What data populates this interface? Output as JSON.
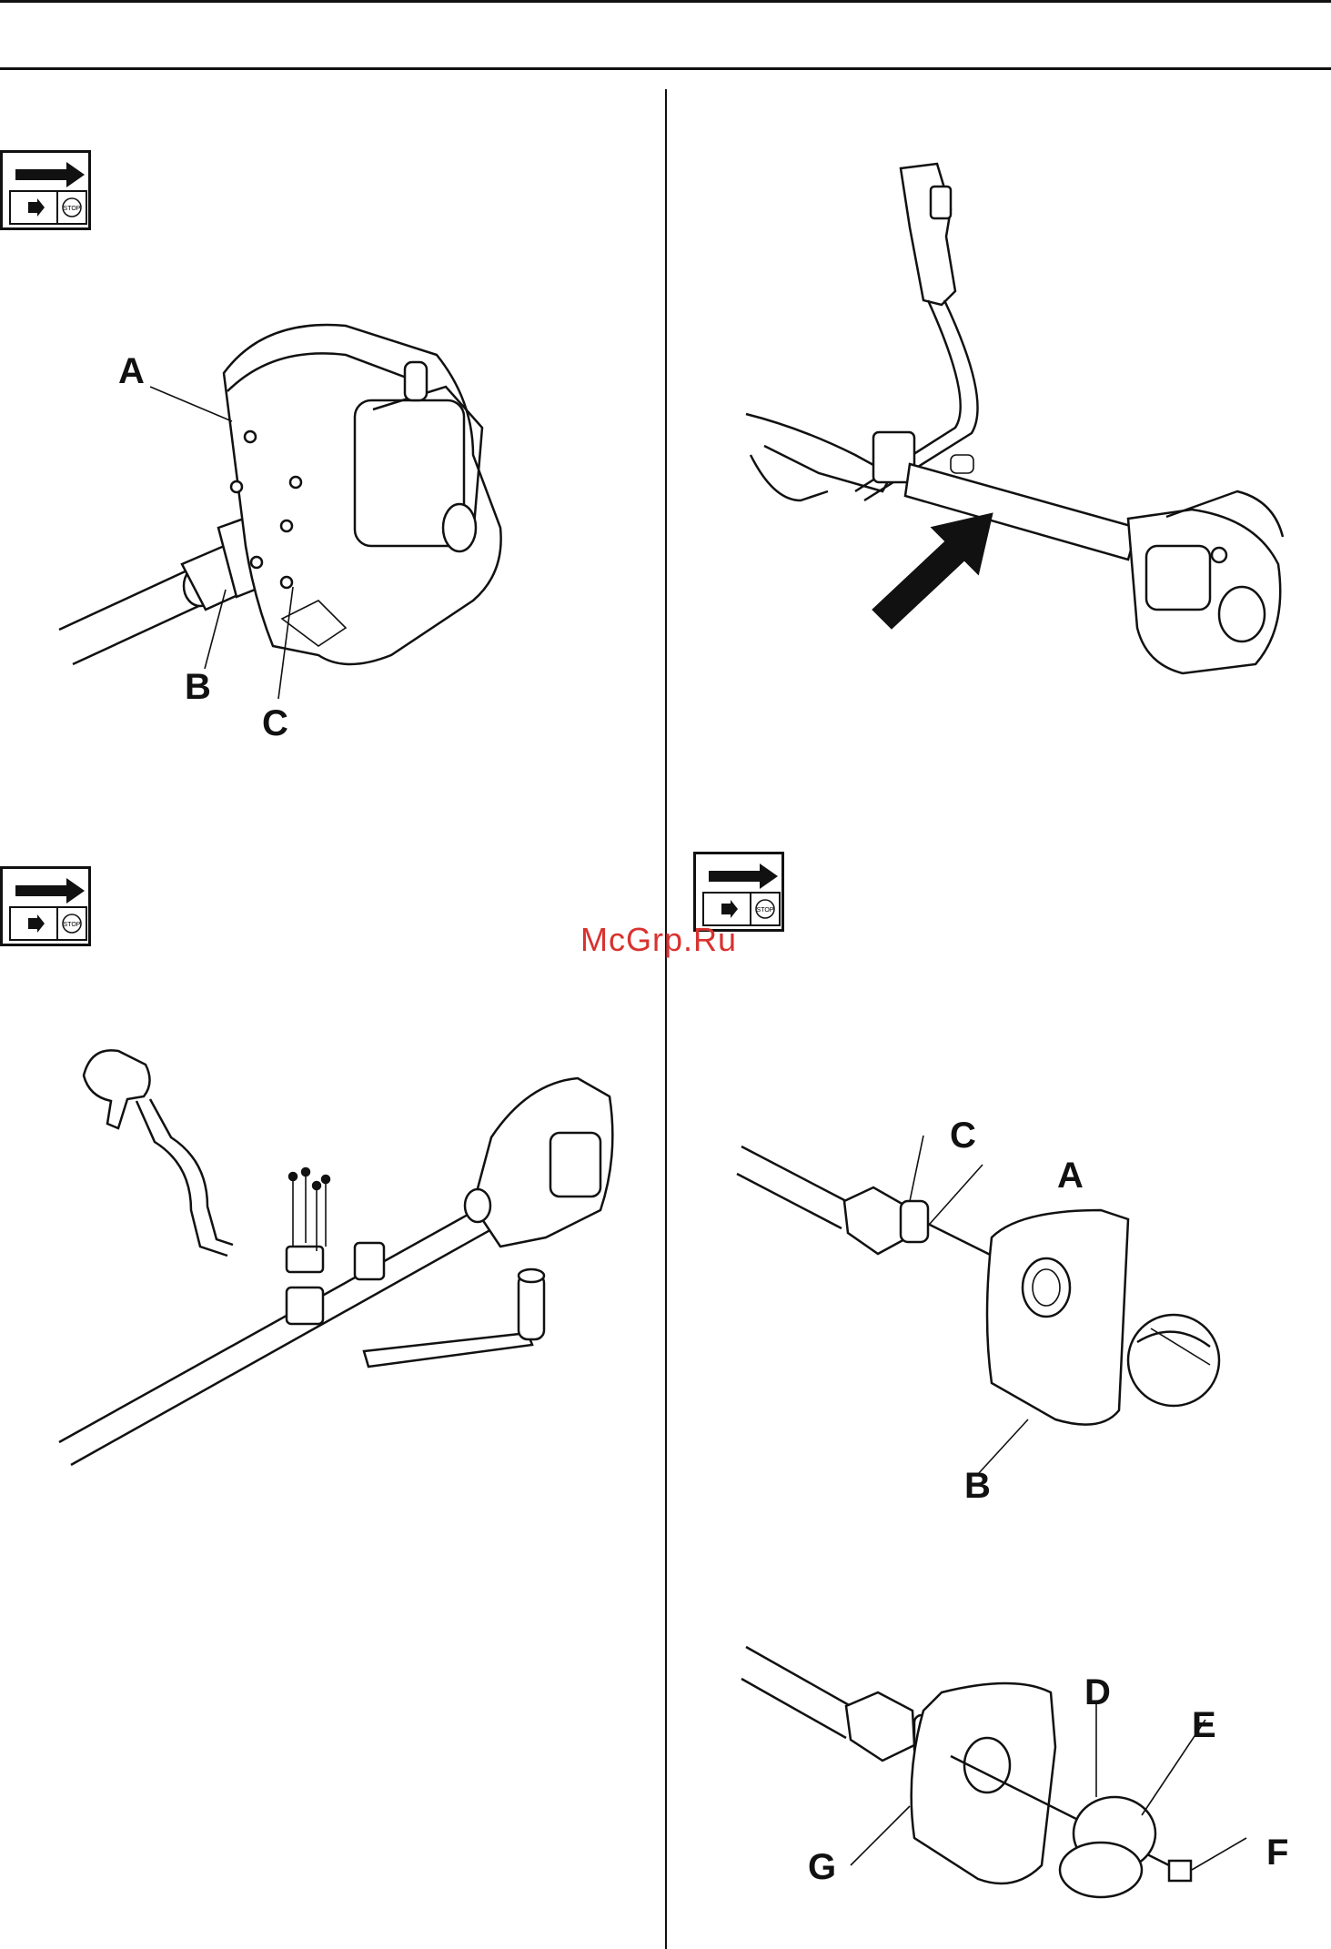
{
  "watermark": "McGrp.Ru",
  "figures": {
    "engine_mount": {
      "labels": {
        "a": "A",
        "b": "B",
        "c": "C"
      }
    },
    "shaft_grip": {
      "labels": {}
    },
    "handle_assembly": {
      "labels": {}
    },
    "cable_detail_1": {
      "labels": {
        "c": "C",
        "a": "A",
        "b": "B"
      }
    },
    "cable_detail_2": {
      "labels": {
        "d": "D",
        "e": "E",
        "f": "F",
        "g": "G"
      }
    }
  },
  "icons": {
    "stop_badge": "STOP",
    "badge_icon": "arrow-stop-badge-icon"
  },
  "colors": {
    "ink": "#111111",
    "watermark": "#d8322f",
    "paper": "#ffffff"
  }
}
